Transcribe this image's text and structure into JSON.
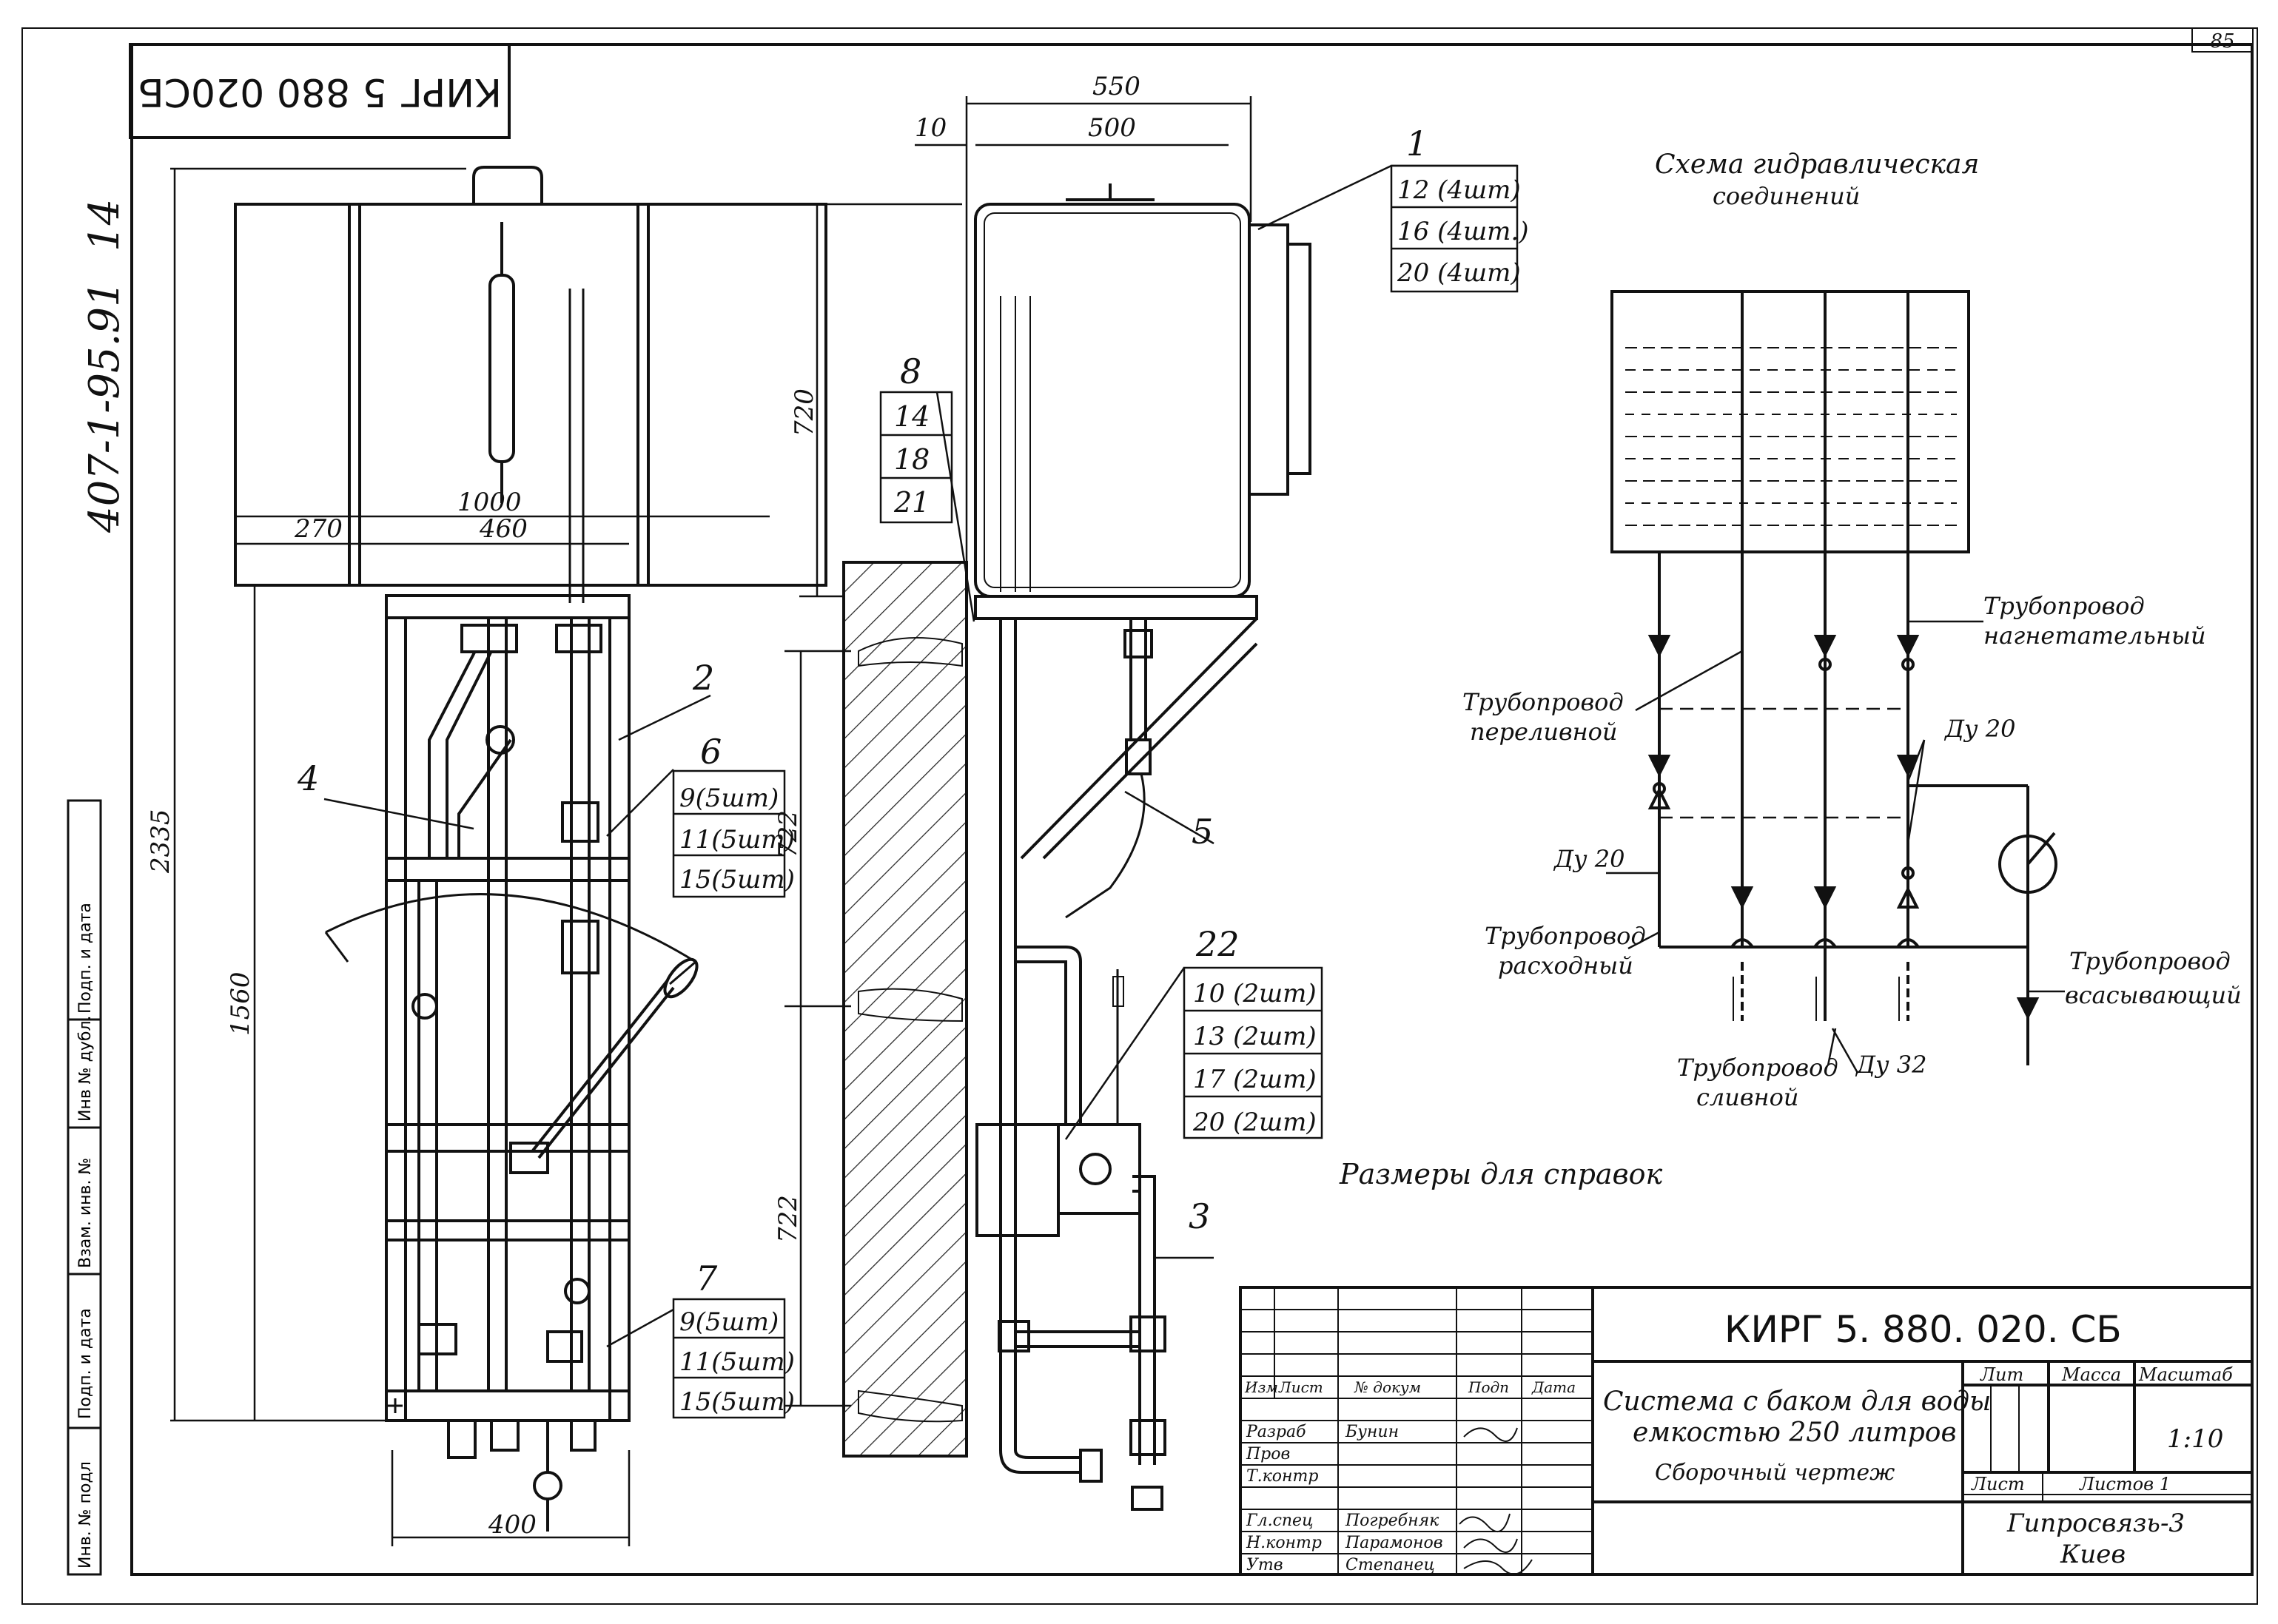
{
  "sheet_number": "85",
  "doc_code_stamp": "КИРГ 5 880 020СБ",
  "series_code": "407-1-95.91",
  "sheet_code": "14",
  "side_stamp": [
    "Инв. № подл",
    "Подп. и дата",
    "Взам. инв. №",
    "Инв № дубл.",
    "Подп. и дата"
  ],
  "front_view": {
    "dims": [
      "1000",
      "270",
      "460",
      "2335",
      "1560",
      "400"
    ],
    "positions": [
      {
        "num": "2"
      },
      {
        "num": "4"
      },
      {
        "num": "6",
        "items": [
          "9(5шт)",
          "11(5шт)",
          "15(5шт)"
        ]
      },
      {
        "num": "7",
        "items": [
          "9(5шт)",
          "11(5шт)",
          "15(5шт)"
        ]
      }
    ]
  },
  "side_view": {
    "dims": [
      "550",
      "500",
      "10",
      "720",
      "722",
      "722"
    ],
    "positions": [
      {
        "num": "1",
        "items": [
          "12 (4шт)",
          "16 (4шт.)",
          "20 (4шт)"
        ]
      },
      {
        "num": "8",
        "items": [
          "14",
          "18",
          "21"
        ]
      },
      {
        "num": "22",
        "items": [
          "10 (2шт)",
          "13 (2шт)",
          "17 (2шт)",
          "20 (2шт)"
        ]
      },
      {
        "num": "5"
      },
      {
        "num": "3"
      }
    ]
  },
  "scheme": {
    "title": [
      "Схема гидравлическая",
      "соединений"
    ],
    "labels": [
      {
        "lines": [
          "Трубопровод",
          "нагнетательный"
        ]
      },
      {
        "lines": [
          "Трубопровод",
          "переливной"
        ]
      },
      {
        "lines": [
          "Ду 20"
        ]
      },
      {
        "lines": [
          "Ду 20"
        ]
      },
      {
        "lines": [
          "Трубопровод",
          "расходный"
        ]
      },
      {
        "lines": [
          "Трубопровод",
          "всасывающий"
        ]
      },
      {
        "lines": [
          "Трубопровод",
          "сливной"
        ]
      },
      {
        "lines": [
          "Ду 32"
        ]
      }
    ]
  },
  "note": "Размеры для справок",
  "title_block": {
    "code": "КИРГ 5. 880. 020. СБ",
    "name": [
      "Система с баком для воды",
      "емкостью 250 литров"
    ],
    "doc_type": "Сборочный чертеж",
    "cols": [
      "Изм",
      "Лист",
      "№ докум",
      "Подп",
      "Дата"
    ],
    "roles": [
      "Разраб",
      "Пров",
      "Т.контр",
      "Гл.спец",
      "Н.контр",
      "Утв"
    ],
    "names": [
      "Бунин",
      "",
      "",
      "Погребняк",
      "Парамонов",
      "Степанец"
    ],
    "lit_label": "Лит",
    "mass_label": "Масса",
    "scale_label": "Масштаб",
    "scale": "1:10",
    "sheet_label": "Лист",
    "sheets_label": "Листов 1",
    "org": [
      "Гипросвязь-3",
      "Киев"
    ]
  }
}
